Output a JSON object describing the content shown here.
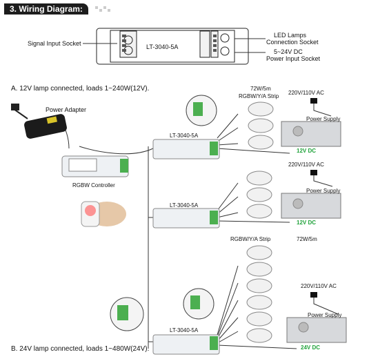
{
  "header": {
    "title": "3. Wiring Diagram:"
  },
  "top": {
    "signal_input": "Signal Input Socket",
    "model": "LT-3040-5A",
    "led_lamps_1": "LED Lamps",
    "led_lamps_2": "Connection Socket",
    "dc_input_1": "5~24V DC",
    "dc_input_2": "Power Input Socket"
  },
  "section_a": {
    "heading": "A. 12V lamp connected, loads 1~240W(12V).",
    "power_adapter": "Power Adapter",
    "rgbw_controller": "RGBW Controller",
    "strip_1": "72W/5m",
    "strip_2": "RGBW/Y/A Strip",
    "ac": "220V/110V AC",
    "psu": "Power Supply",
    "dc": "12V DC",
    "model": "LT-3040-5A"
  },
  "section_b": {
    "heading": "B. 24V lamp connected, loads 1~480W(24V).",
    "strip_label": "RGBW/Y/A Strip",
    "strip_watt": "72W/5m",
    "ac": "220V/110V AC",
    "psu": "Power Supply",
    "dc": "24V DC",
    "model": "LT-3040-5A"
  }
}
